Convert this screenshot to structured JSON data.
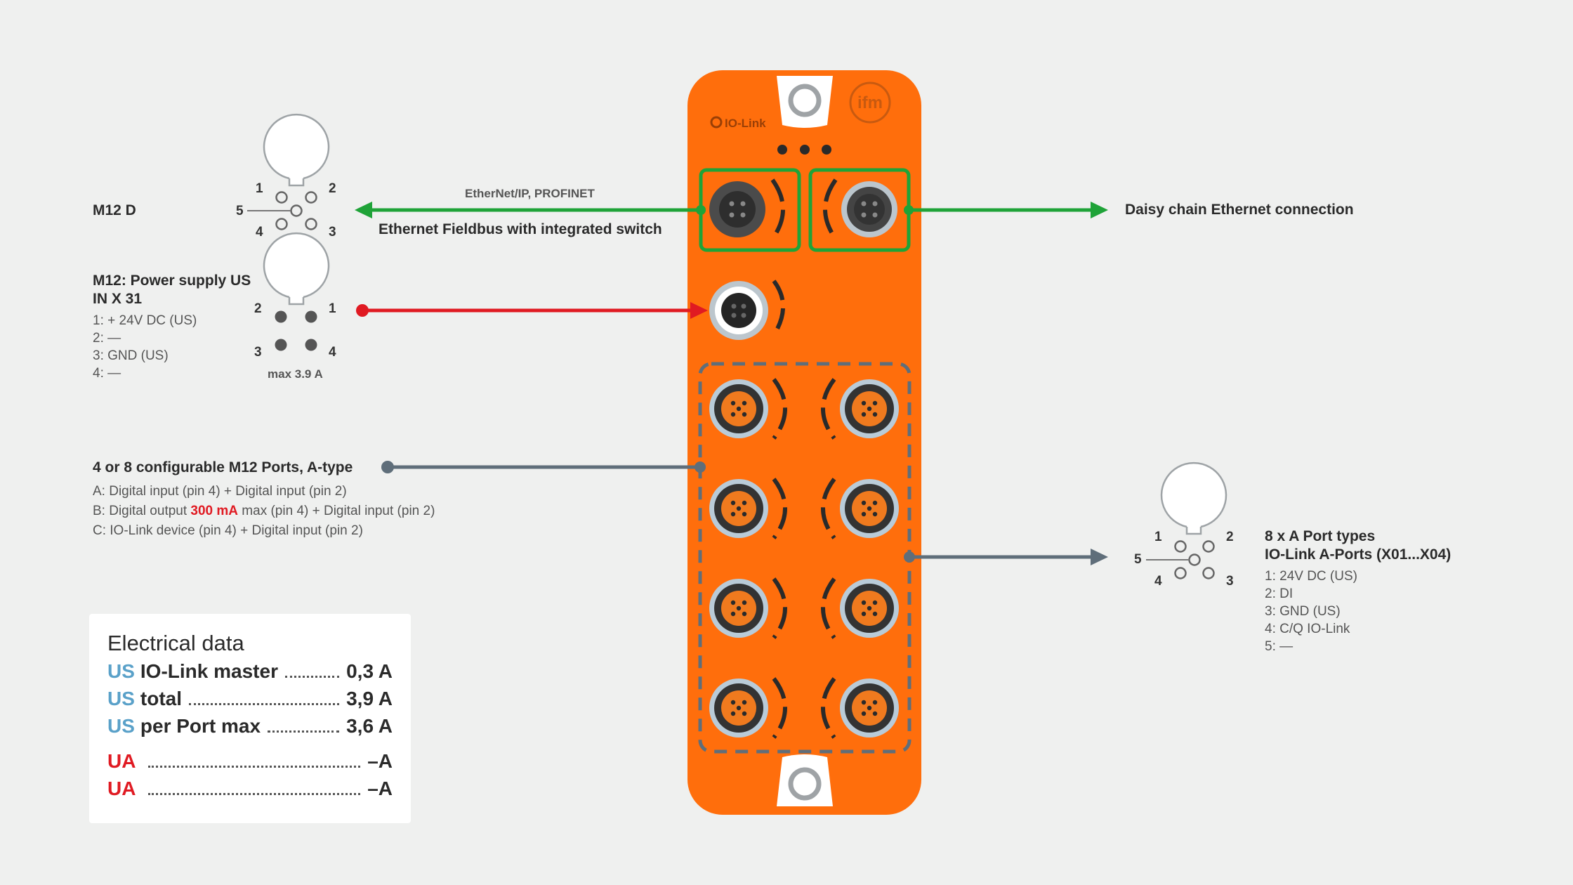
{
  "colors": {
    "device": "#ff6e0c",
    "ethernet": "#1fa338",
    "power": "#e01a22",
    "port": "#5f6e7a",
    "background": "#eff0ef"
  },
  "device": {
    "brand_logo": "ifm",
    "iolink_logo": "IO-Link"
  },
  "m12d": {
    "title": "M12 D",
    "pins": [
      "1",
      "2",
      "3",
      "4",
      "5"
    ]
  },
  "ethernet": {
    "protocols": "EtherNet/IP, PROFINET",
    "label": "Ethernet Fieldbus with integrated switch",
    "daisy_chain": "Daisy chain Ethernet connection"
  },
  "power": {
    "title_line1": "M12: Power supply US",
    "title_line2": "IN X 31",
    "pins": [
      "1: + 24V DC (US)",
      "2: —",
      "3: GND (US)",
      "4: —"
    ],
    "pin_numbers": [
      "2",
      "1",
      "3",
      "4"
    ],
    "max": "max 3.9 A"
  },
  "ports": {
    "title": "4 or 8 configurable M12 Ports, A-type",
    "line_a": "A: Digital input (pin 4) + Digital input (pin 2)",
    "line_b_pre": "B: Digital output ",
    "line_b_red": "300 mA",
    "line_b_post": " max (pin 4) + Digital input (pin 2)",
    "line_c": "C: IO-Link device (pin 4) + Digital input (pin 2)"
  },
  "aport": {
    "title_line1": "8 x A Port types",
    "title_line2": "IO-Link A-Ports (X01...X04)",
    "pins": [
      "1: 24V DC (US)",
      "2: DI",
      "3: GND (US)",
      "4: C/Q IO-Link",
      "5: —"
    ],
    "pin_numbers": [
      "1",
      "2",
      "5",
      "4",
      "3"
    ]
  },
  "electrical": {
    "title": "Electrical data",
    "rows": [
      {
        "prefix": "US",
        "label": "IO-Link master",
        "value": "0,3 A"
      },
      {
        "prefix": "US",
        "label": "total",
        "value": "3,9 A"
      },
      {
        "prefix": "US",
        "label": "per Port max",
        "value": "3,6 A"
      },
      {
        "prefix": "UA",
        "label": "",
        "value": "–A"
      },
      {
        "prefix": "UA",
        "label": "",
        "value": "–A"
      }
    ]
  }
}
